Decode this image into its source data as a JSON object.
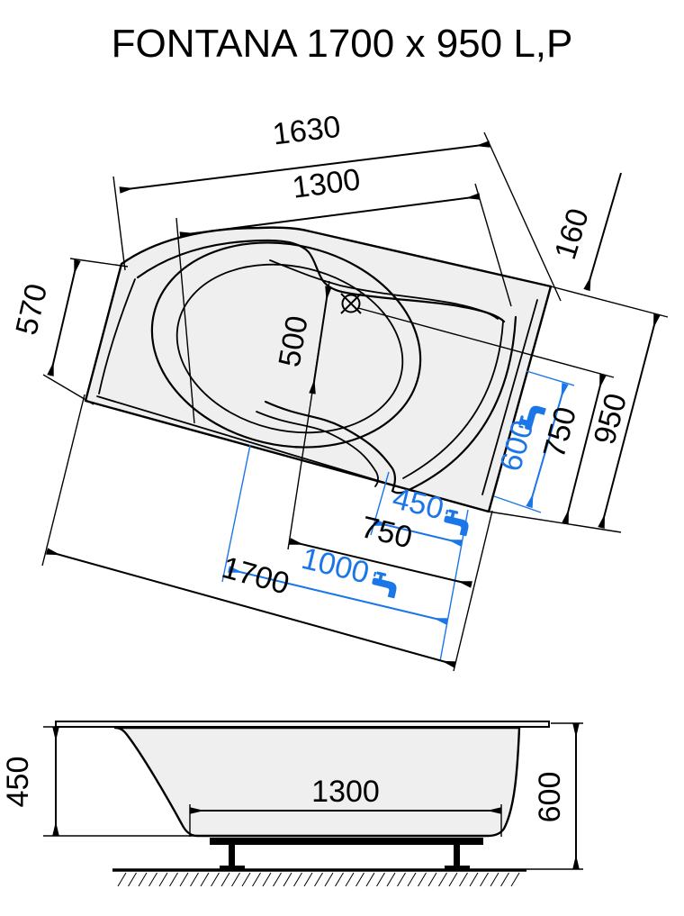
{
  "title": "FONTANA 1700 x 950 L,P",
  "colors": {
    "line": "#000000",
    "accent_blue": "#1B76E8",
    "tub_fill": "#EFEFEF"
  },
  "top_view": {
    "overall_width": "1630",
    "basin_width": "1300",
    "left_end_width": "570",
    "drain_offset": "500",
    "corner_offset": "160",
    "right_inner_depth": "750",
    "side_depth": "950",
    "bottom_inner_length": "750",
    "overall_length": "1700",
    "faucet_span_blue": "600",
    "faucet_offset_blue": "450",
    "faucet_length_blue": "1000",
    "icons": {
      "faucet": "faucet-icon",
      "drain": "drain-icon"
    }
  },
  "side_view": {
    "inner_depth": "450",
    "bottom_length": "1300",
    "total_height": "600"
  }
}
